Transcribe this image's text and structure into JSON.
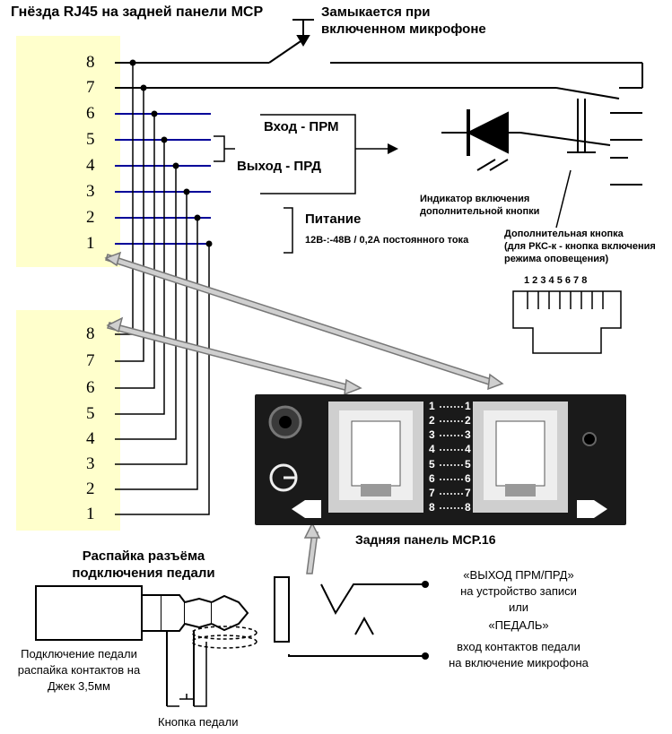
{
  "title": "Гнёзда RJ45 на задней панели МСР",
  "mic_switch_note": [
    "Замыкается при",
    "включенном микрофоне"
  ],
  "upper_jack_pins": [
    "8",
    "7",
    "6",
    "5",
    "4",
    "3",
    "2",
    "1"
  ],
  "lower_jack_pins": [
    "8",
    "7",
    "6",
    "5",
    "4",
    "3",
    "2",
    "1"
  ],
  "rx_label": "Вход - ПРМ",
  "tx_label": "Выход - ПРД",
  "power_label": "Питание",
  "power_spec": "12В-:-48В / 0,2А постоянного тока",
  "indicator_label": [
    "Индикатор включения",
    "дополнительной кнопки"
  ],
  "extra_button_label": [
    "Дополнительная кнопка",
    "(для РКС-к - кнопка включения",
    "режима оповещения)"
  ],
  "rj45_pin_numbers": "1 2 3 4 5 6 7 8",
  "panel_pin_pairs": [
    "1",
    "2",
    "3",
    "4",
    "5",
    "6",
    "7",
    "8"
  ],
  "panel_caption": "Задняя панель МСР.16",
  "pedal_title": [
    "Распайка разъёма",
    "подключения педали"
  ],
  "pedal_note": [
    "Подключение педали",
    "распайка контактов на",
    "Джек 3,5мм"
  ],
  "pedal_button_label": "Кнопка педали",
  "output_label": [
    "«ВЫХОД ПРМ/ПРД»",
    "на устройство записи",
    "или",
    "«ПЕДАЛЬ»",
    "вход контактов педали",
    "на включение микрофона"
  ],
  "colors": {
    "jack_fill": "#ffffcc",
    "wire_blue": "#000099",
    "panel": "#1a1a1a",
    "arrow_gray": "#c8c8c8"
  }
}
